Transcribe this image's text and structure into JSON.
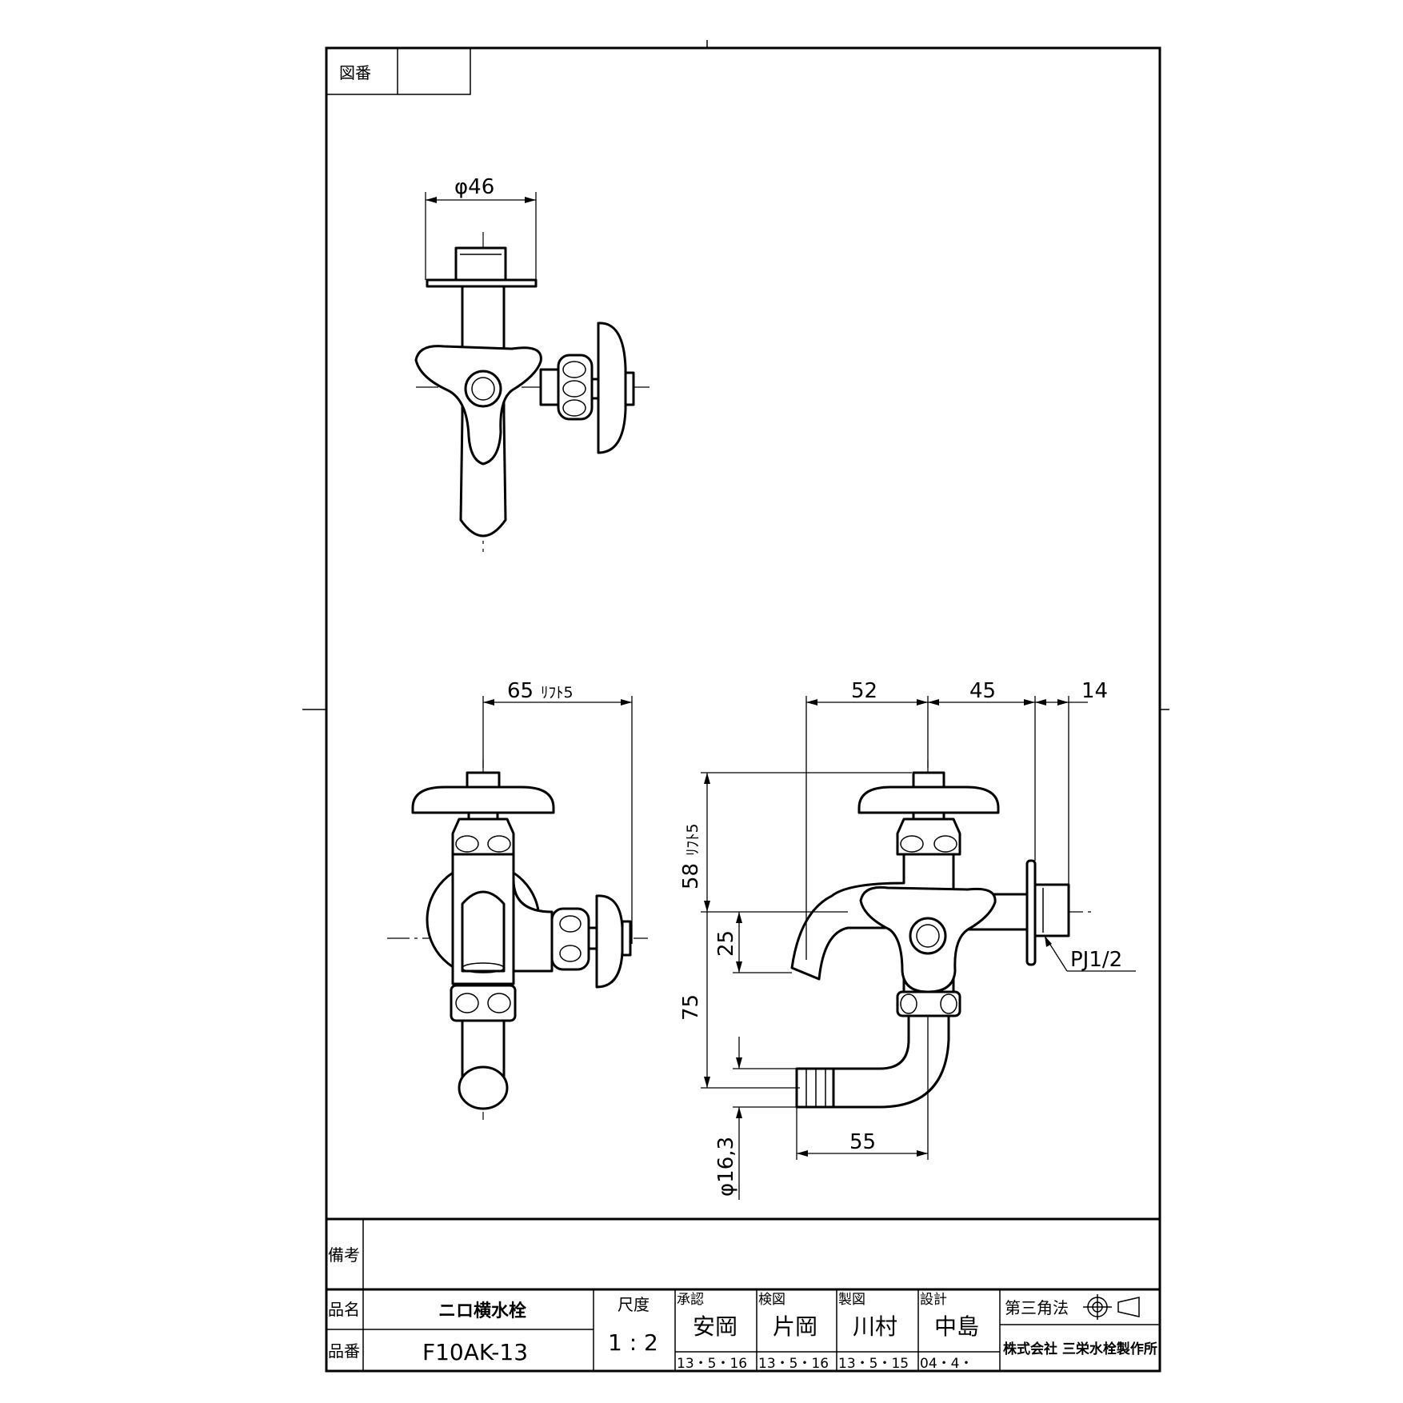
{
  "drawing_number": {
    "label": "図番",
    "value": ""
  },
  "dimensions": {
    "top_diameter": "φ46",
    "front_width": "65",
    "front_lift": "ﾘﾌﾄ5",
    "side_52": "52",
    "side_45": "45",
    "side_14": "14",
    "height_58": "58",
    "height_lift": "ﾘﾌﾄ5",
    "height_25": "25",
    "height_75": "75",
    "hose_diameter": "φ16,3",
    "spout_55": "55",
    "thread": "PJ1/2"
  },
  "notes": {
    "label": "備考",
    "value": ""
  },
  "title_block": {
    "name_label": "品名",
    "name_value": "ニロ横水栓",
    "number_label": "品番",
    "number_value": "F10AK-13",
    "scale_label": "尺度",
    "scale_value": "1 : 2",
    "approved_label": "承認",
    "approved_name": "安岡",
    "approved_date": "13・5・16",
    "checked_label": "検図",
    "checked_name": "片岡",
    "checked_date": "13・5・16",
    "drawn_label": "製図",
    "drawn_name": "川村",
    "drawn_date": "13・5・15",
    "design_label": "設計",
    "design_name": "中島",
    "design_date": "04・4・",
    "projection_label": "第三角法",
    "company": "株式会社 三栄水栓製作所"
  }
}
